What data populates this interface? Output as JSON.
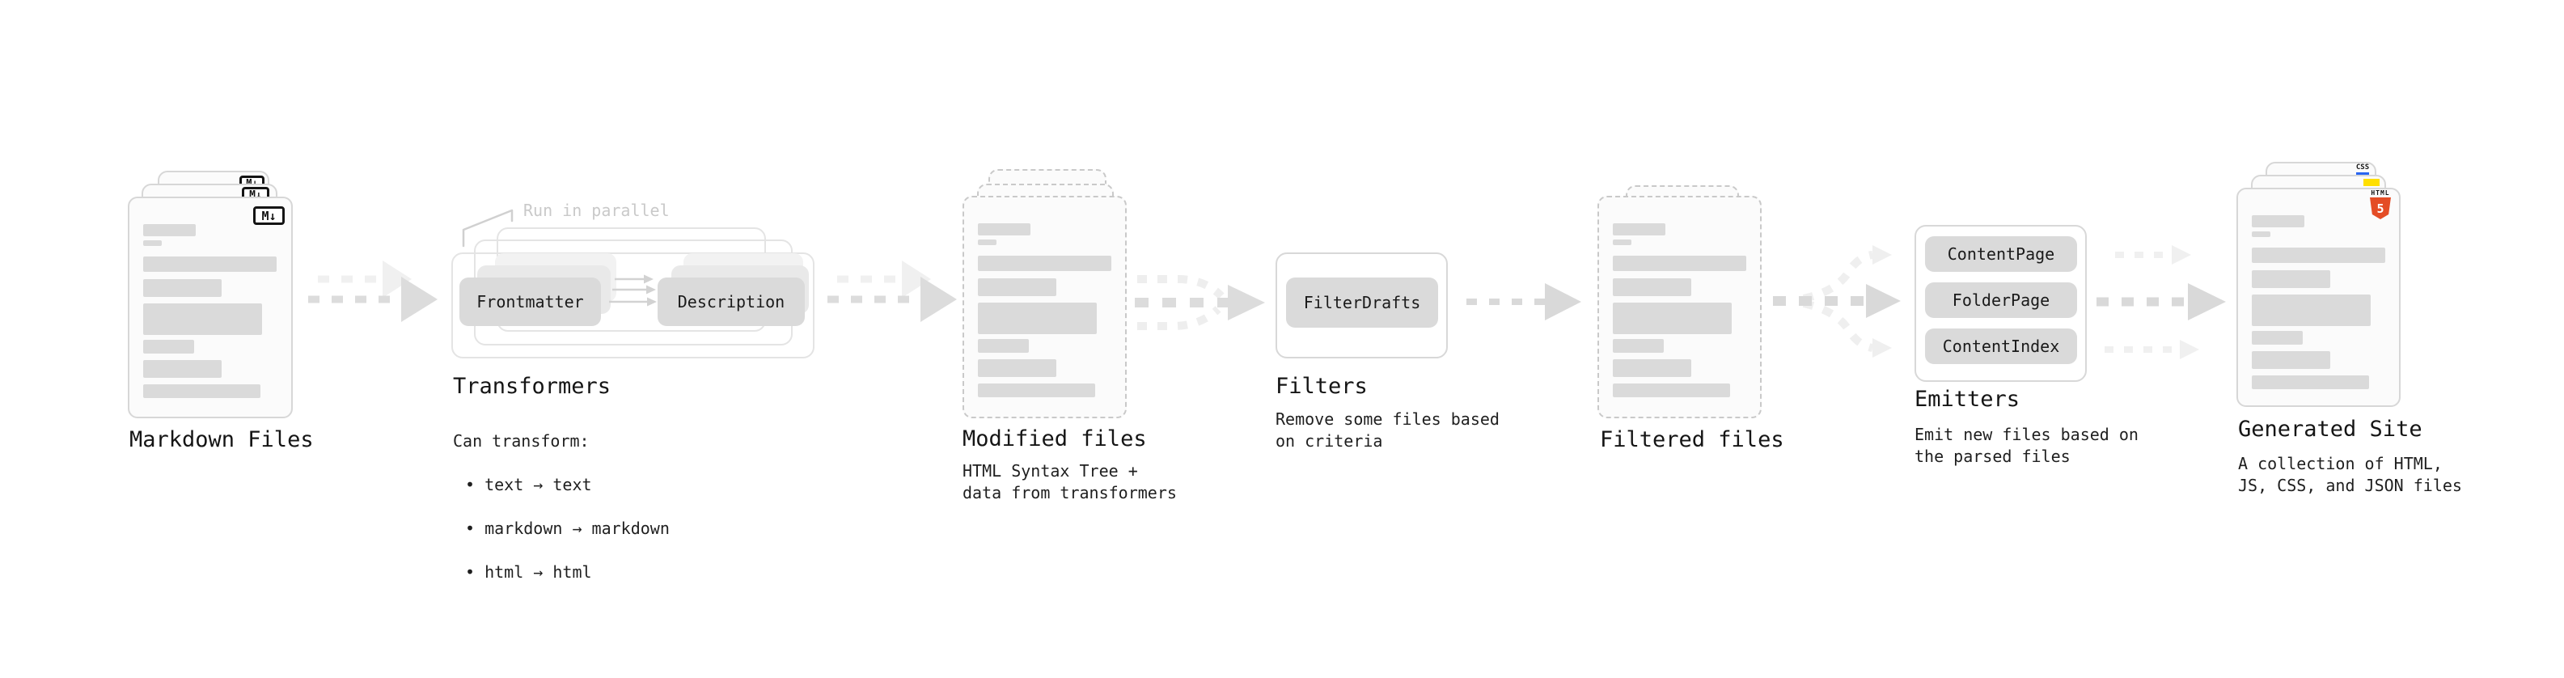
{
  "stages": {
    "markdown_files": {
      "label": "Markdown Files",
      "file_icon": "M↓"
    },
    "transformers": {
      "label": "Transformers",
      "callout": "Run in parallel",
      "left_pill": "Frontmatter",
      "right_pill": "Description",
      "desc_title": "Can transform:",
      "bullets": [
        "• text → text",
        "• markdown → markdown",
        "• html → html"
      ]
    },
    "modified_files": {
      "label": "Modified files",
      "desc": "HTML Syntax Tree +\ndata from transformers"
    },
    "filters": {
      "label": "Filters",
      "pill": "FilterDrafts",
      "desc": "Remove some files based\non criteria"
    },
    "filtered_files": {
      "label": "Filtered files"
    },
    "emitters": {
      "label": "Emitters",
      "pills": [
        "ContentPage",
        "FolderPage",
        "ContentIndex"
      ],
      "desc": "Emit new files based on\nthe parsed files"
    },
    "generated_site": {
      "label": "Generated Site",
      "desc": "A collection of HTML,\nJS, CSS, and JSON files",
      "css_badge": "CSS",
      "html_badge_text": "HTML",
      "html_badge_number": "5"
    }
  },
  "colors": {
    "html5_orange": "#e44d26",
    "css_blue": "#2965f1",
    "js_yellow": "#ffdf00"
  }
}
